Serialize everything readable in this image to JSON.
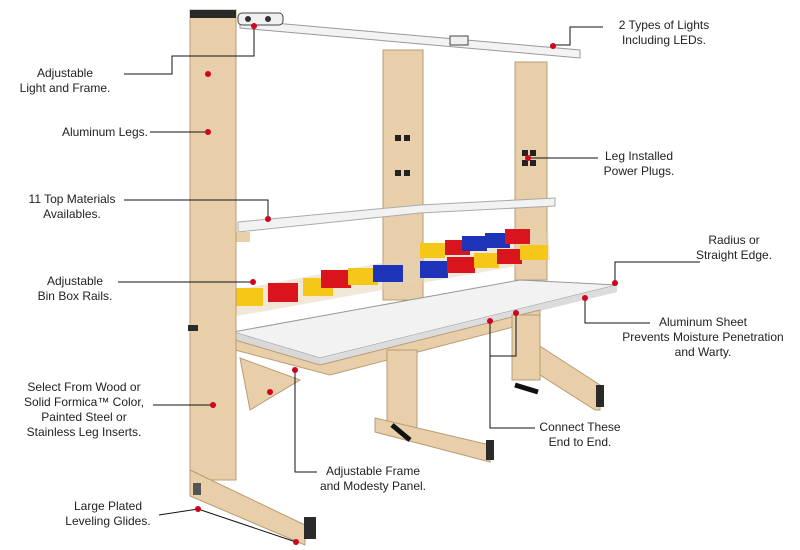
{
  "colors": {
    "frame": "#e8cfaa",
    "frame_shade": "#c9ad86",
    "top": "#ececec",
    "bin_red": "#d9141c",
    "bin_yellow": "#f4c718",
    "bin_blue": "#1d33b8",
    "marker": "#d0021b",
    "leader": "#111111"
  },
  "callouts": {
    "lights": [
      "2 Types of Lights",
      "Including LEDs."
    ],
    "light_frame": [
      "Adjustable",
      "Light and Frame."
    ],
    "legs": [
      "Aluminum Legs."
    ],
    "power": [
      "Leg Installed",
      "Power Plugs."
    ],
    "tops": [
      "11 Top Materials",
      "Availables."
    ],
    "radius": [
      "Radius or",
      "Straight Edge."
    ],
    "rails": [
      "Adjustable",
      "Bin Box Rails."
    ],
    "sheet": [
      "Aluminum Sheet",
      "Prevents Moisture Penetration",
      "and Warty."
    ],
    "inserts": [
      "Select From Wood or",
      "Solid Formica™ Color,",
      "Painted Steel or",
      "Stainless Leg Inserts."
    ],
    "connect": [
      "Connect These",
      "End to End."
    ],
    "modesty": [
      "Adjustable Frame",
      "and Modesty Panel."
    ],
    "glides": [
      "Large Plated",
      "Leveling Glides."
    ]
  }
}
